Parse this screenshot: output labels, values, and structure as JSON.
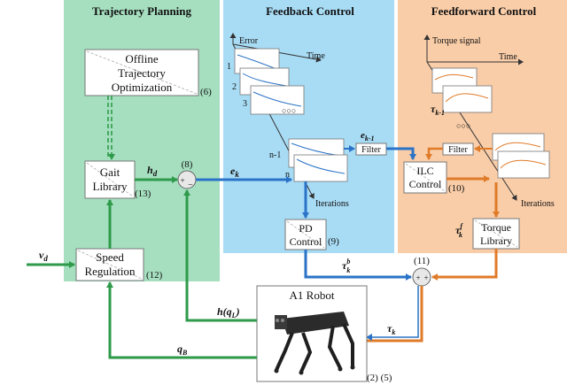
{
  "panels": {
    "trajectory": "Trajectory Planning",
    "feedback": "Feedback Control",
    "feedforward": "Feedforward Control"
  },
  "blocks": {
    "offline": [
      "Offline",
      "Trajectory",
      "Optimization"
    ],
    "offline_num": "(6)",
    "gait": [
      "Gait",
      "Library"
    ],
    "gait_num": "(13)",
    "speed": [
      "Speed",
      "Regulation"
    ],
    "speed_num": "(12)",
    "pd": [
      "PD",
      "Control"
    ],
    "pd_num": "(9)",
    "ilc": [
      "ILC",
      "Control"
    ],
    "ilc_num": "(10)",
    "torque": [
      "Torque",
      "Library"
    ],
    "robot_title": "A1 Robot",
    "robot_num": "(2) (5)",
    "filter": "Filter",
    "filter2": "Filter"
  },
  "plots": {
    "error_label": "Error",
    "time_label": "Time",
    "iterations_label": "Iterations",
    "torque_signal_label": "Torque signal",
    "time2_label": "Time",
    "iterations2_label": "Iterations",
    "index_1": "1",
    "index_2": "2",
    "index_3": "3",
    "index_n1": "n-1",
    "index_n": "n"
  },
  "sums": {
    "sum8_num": "(8)",
    "sum11_num": "(11)"
  },
  "signals": {
    "hd": "h",
    "hd_sub": "d",
    "ek": "e",
    "ek_sub": "k",
    "ek1": "e",
    "ek1_sub": "k-1",
    "tauk1": "τ",
    "tauk1_sub": "k-1",
    "taub": "τ",
    "taub_sup": "b",
    "taub_sub": "k",
    "tauf": "τ",
    "tauf_sup": "f",
    "tauf_sub": "k",
    "tauk": "τ",
    "tauk_sub": "k",
    "vd": "v",
    "vd_sub": "d",
    "hq": "h(q",
    "hq_sub": "L",
    "hq_end": ")",
    "qb": "q",
    "qb_sub": "B"
  }
}
